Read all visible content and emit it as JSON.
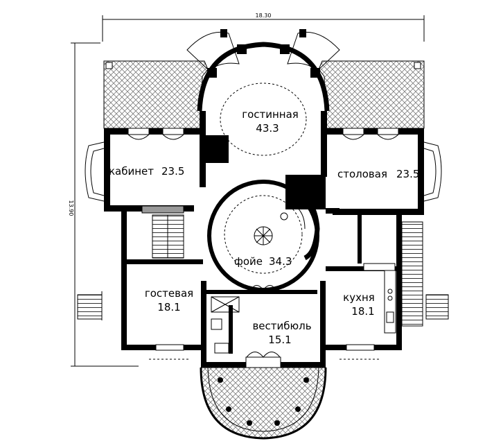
{
  "dimensions": {
    "width": "18.30",
    "height": "13.90"
  },
  "rooms": {
    "living": {
      "name": "гостинная",
      "area": "43.3"
    },
    "study": {
      "name": "кабинет",
      "area": "23.5"
    },
    "dining": {
      "name": "столовая",
      "area": "23.5"
    },
    "foyer": {
      "name": "фойе",
      "area": "34.3"
    },
    "guest": {
      "name": "гостевая",
      "area": "18.1"
    },
    "kitchen": {
      "name": "кухня",
      "area": "18.1"
    },
    "vestibule": {
      "name": "вестибюль",
      "area": "15.1"
    }
  }
}
